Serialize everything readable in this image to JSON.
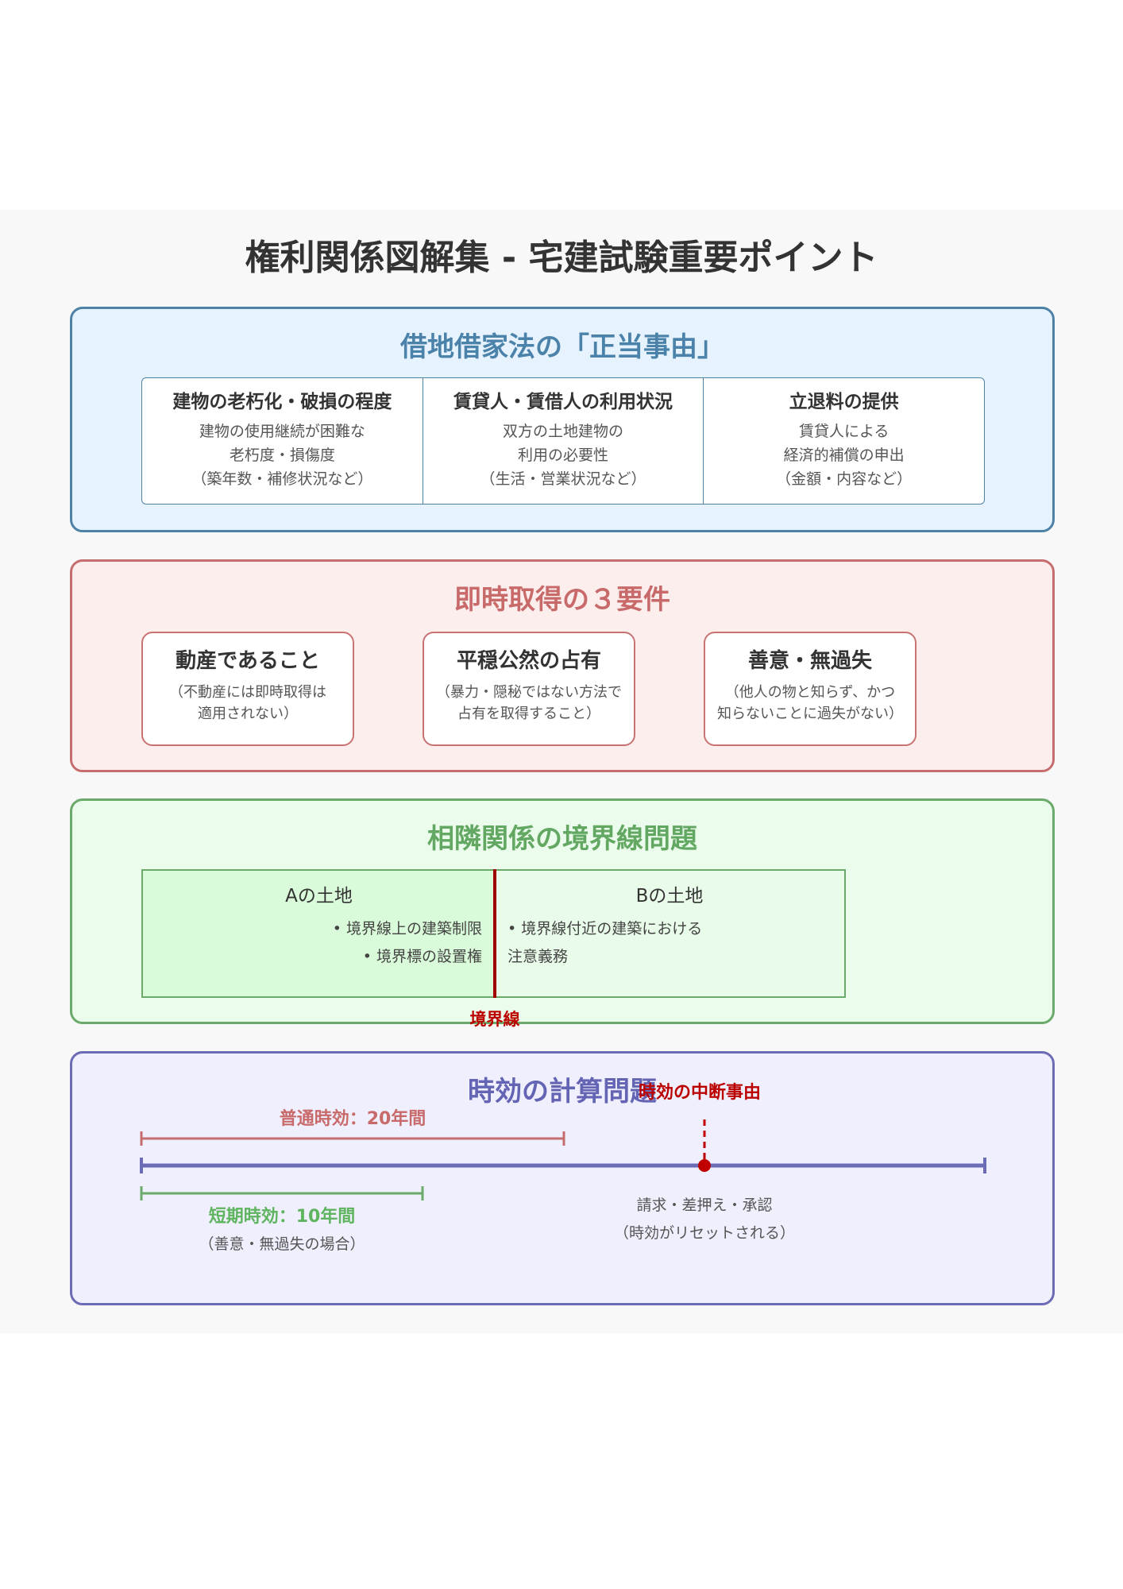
{
  "title": "権利関係図解集 - 宅建試験重要ポイント",
  "shakuchi": {
    "title": "借地借家法の「正当事由」",
    "reasons": [
      {
        "title": "建物の老朽化・破損の程度",
        "lines": [
          "建物の使用継続が困難な",
          "老朽度・損傷度",
          "（築年数・補修状況など）"
        ]
      },
      {
        "title": "賃貸人・賃借人の利用状況",
        "lines": [
          "双方の土地建物の",
          "利用の必要性",
          "（生活・営業状況など）"
        ]
      },
      {
        "title": "立退料の提供",
        "lines": [
          "賃貸人による",
          "経済的補償の申出",
          "（金額・内容など）"
        ]
      }
    ]
  },
  "sokuji": {
    "title": "即時取得の３要件",
    "requirements": [
      {
        "title": "動産であること",
        "lines": [
          "（不動産には即時取得は",
          "適用されない）"
        ]
      },
      {
        "title": "平穏公然の占有",
        "lines": [
          "（暴力・隠秘ではない方法で",
          "占有を取得すること）"
        ]
      },
      {
        "title": "善意・無過失",
        "lines": [
          "（他人の物と知らず、かつ",
          "知らないことに過失がない）"
        ]
      }
    ]
  },
  "sourin": {
    "title": "相隣関係の境界線問題",
    "land_a": {
      "name": "Aの土地",
      "items": [
        "• 境界線上の建築制限",
        "• 境界標の設置権"
      ]
    },
    "land_b": {
      "name": "Bの土地",
      "items": [
        "• 境界線付近の建築における",
        "注意義務"
      ]
    },
    "boundary_label": "境界線"
  },
  "jikou": {
    "title": "時効の計算問題",
    "normal": "普通時効：20年間",
    "short": "短期時効：10年間",
    "short_note": "（善意・無過失の場合）",
    "interrupt_title": "時効の中断事由",
    "interrupt_lines": [
      "請求・差押え・承認",
      "（時効がリセットされる）"
    ]
  },
  "colors": {
    "blue_panel": "#4d82a6",
    "red_panel": "#c66e6e",
    "green_panel": "#6aaa6a",
    "purple_panel": "#6c6cb6",
    "boundary": "#a00000",
    "interrupt": "#c00000"
  }
}
